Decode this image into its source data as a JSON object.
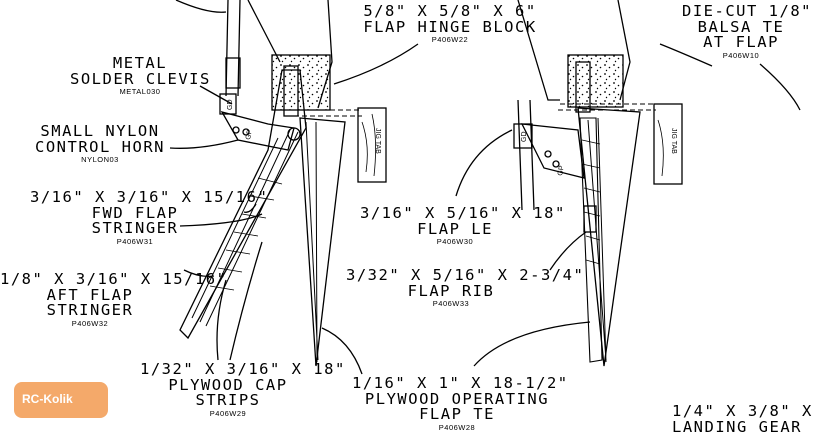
{
  "labels": {
    "flap_hinge_block": {
      "line1": "5/8\" X 5/8\" X 6\"",
      "line2": "FLAP HINGE BLOCK",
      "code": "P406W22"
    },
    "die_cut_balsa": {
      "line1": "DIE-CUT 1/8\"",
      "line2": "BALSA TE",
      "line3": "AT FLAP",
      "code": "P406W10"
    },
    "metal_clevis": {
      "line1": "METAL",
      "line2": "SOLDER CLEVIS",
      "code": "METAL030"
    },
    "nylon_horn": {
      "line1": "SMALL NYLON",
      "line2": "CONTROL HORN",
      "code": "NYLON03"
    },
    "fwd_flap_stringer": {
      "line1": "3/16\" X 3/16\" X 15/16\"",
      "line2": "FWD FLAP",
      "line3": "STRINGER",
      "code": "P406W31"
    },
    "flap_le": {
      "line1": "3/16\" X 5/16\" X 18\"",
      "line2": "FLAP LE",
      "code": "P406W30"
    },
    "flap_rib": {
      "line1": "3/32\" X 5/16\" X 2-3/4\"",
      "line2": "FLAP RIB",
      "code": "P406W33"
    },
    "aft_flap_stringer": {
      "line1": "1/8\" X 3/16\" X 15/16\"",
      "line2": "AFT FLAP",
      "line3": "STRINGER",
      "code": "P406W32"
    },
    "plywood_cap_strips": {
      "line1": "1/32\" X 3/16\" X 18\"",
      "line2": "PLYWOOD CAP",
      "line3": "STRIPS",
      "code": "P406W29"
    },
    "plywood_flap_te": {
      "line1": "1/16\" X 1\" X 18-1/2\"",
      "line2": "PLYWOOD OPERATING",
      "line3": "FLAP TE",
      "code": "P406W28"
    },
    "landing_gear": {
      "line1": "1/4\" X 3/8\" X",
      "line2": "LANDING GEAR"
    }
  },
  "part_marks": {
    "jig_tab": "JIG TAB",
    "gp": "GP",
    "gd": "GD"
  },
  "logo": {
    "text": "RC-Kolik"
  }
}
